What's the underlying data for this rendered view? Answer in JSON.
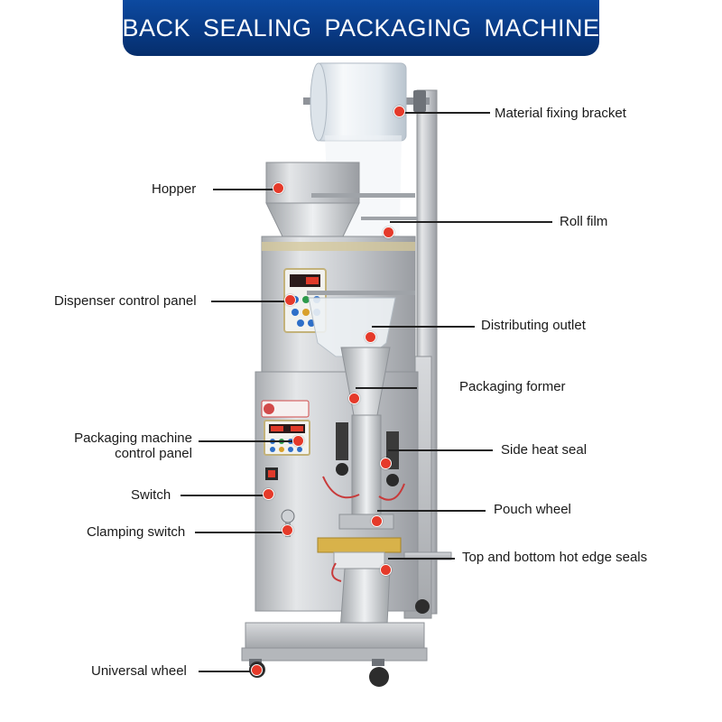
{
  "title": "BACK SEALING PACKAGING MACHINE",
  "colors": {
    "banner": "#083a85",
    "marker": "#e53a2a",
    "leader": "#222222"
  },
  "callouts": [
    {
      "id": "material-fixing-bracket",
      "label": "Material fixing bracket"
    },
    {
      "id": "hopper",
      "label": "Hopper"
    },
    {
      "id": "roll-film",
      "label": "Roll film"
    },
    {
      "id": "dispenser-control-panel",
      "label": "Dispenser control panel"
    },
    {
      "id": "distributing-outlet",
      "label": "Distributing outlet"
    },
    {
      "id": "packaging-former",
      "label": "Packaging former"
    },
    {
      "id": "packaging-machine-control-panel",
      "label_lines": [
        "Packaging machine",
        "control panel"
      ]
    },
    {
      "id": "side-heat-seal",
      "label": "Side heat seal"
    },
    {
      "id": "switch",
      "label": "Switch"
    },
    {
      "id": "pouch-wheel",
      "label": "Pouch wheel"
    },
    {
      "id": "clamping-switch",
      "label": "Clamping switch"
    },
    {
      "id": "top-bottom-hot-edge-seals",
      "label": "Top and bottom hot edge seals"
    },
    {
      "id": "universal-wheel",
      "label": "Universal wheel"
    }
  ]
}
